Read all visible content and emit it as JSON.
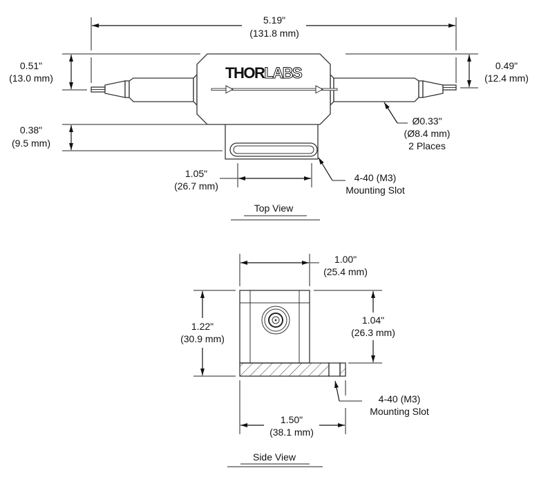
{
  "drawing": {
    "brand_logo": {
      "bold": "THOR",
      "outline": "LABS"
    },
    "top_view": {
      "title": "Top View",
      "overall_length": {
        "imperial": "5.19\"",
        "metric": "(131.8 mm)"
      },
      "left_fiber_height": {
        "imperial": "0.51\"",
        "metric": "(13.0 mm)"
      },
      "right_fiber_height": {
        "imperial": "0.49\"",
        "metric": "(12.4 mm)"
      },
      "bracket_height": {
        "imperial": "0.38\"",
        "metric": "(9.5 mm)"
      },
      "slot_length": {
        "imperial": "1.05\"",
        "metric": "(26.7 mm)"
      },
      "fiber_diameter": {
        "imperial": "Ø0.33\"",
        "metric": "(Ø8.4 mm)",
        "note": "2 Places"
      },
      "mounting_slot": {
        "line1": "4-40 (M3)",
        "line2": "Mounting Slot"
      }
    },
    "side_view": {
      "title": "Side View",
      "body_width": {
        "imperial": "1.00\"",
        "metric": "(25.4 mm)"
      },
      "overall_height": {
        "imperial": "1.22\"",
        "metric": "(30.9 mm)"
      },
      "body_height": {
        "imperial": "1.04\"",
        "metric": "(26.3 mm)"
      },
      "base_length": {
        "imperial": "1.50\"",
        "metric": "(38.1 mm)"
      },
      "mounting_slot": {
        "line1": "4-40 (M3)",
        "line2": "Mounting Slot"
      }
    }
  }
}
